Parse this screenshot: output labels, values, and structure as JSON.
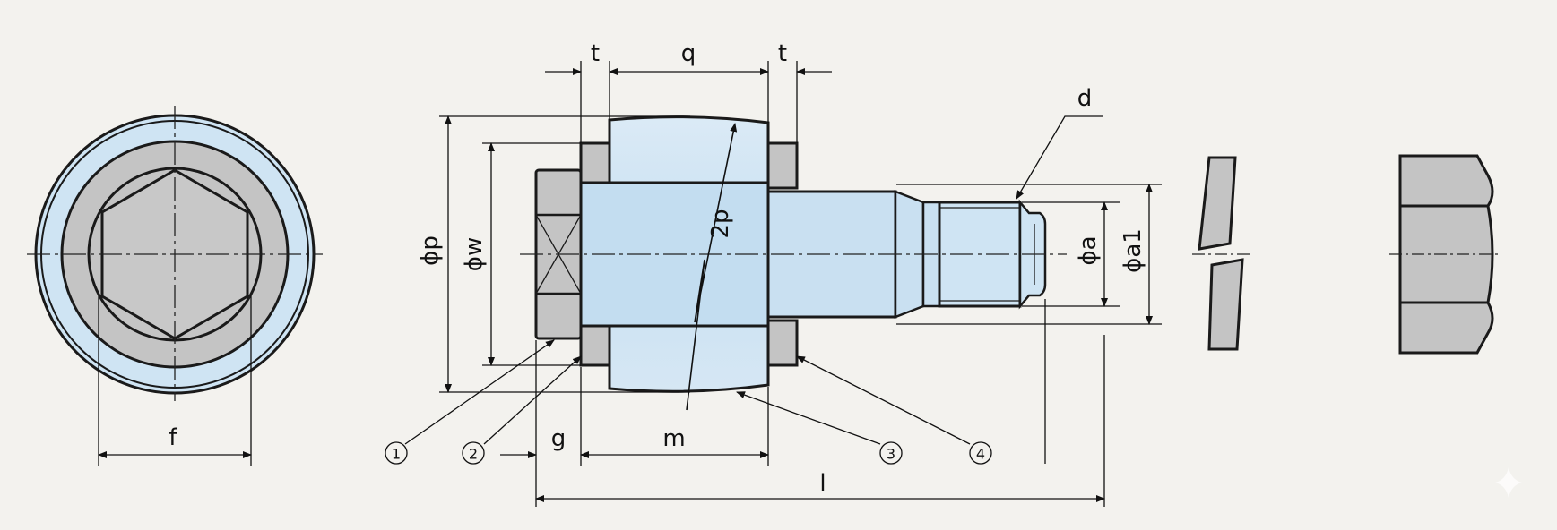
{
  "colors": {
    "background": "#f3f2ee",
    "outline": "#1a1a1a",
    "body_fill": "#cfe4f3",
    "metal_fill": "#c4c4c4",
    "center_line": "#222222"
  },
  "dimensions": {
    "t_left": "t",
    "q": "q",
    "t_right": "t",
    "d": "d",
    "phi_p": "ϕp",
    "phi_w": "ϕw",
    "two_p": "2p",
    "phi_a": "ϕa",
    "phi_a1": "ϕa1",
    "f": "f",
    "g": "g",
    "m": "m",
    "l": "l"
  },
  "callouts": [
    "1",
    "2",
    "3",
    "4"
  ],
  "icons": {
    "hex_socket": "hexagon-socket-icon",
    "washer": "spring-washer-icon",
    "nut": "hex-nut-icon"
  }
}
